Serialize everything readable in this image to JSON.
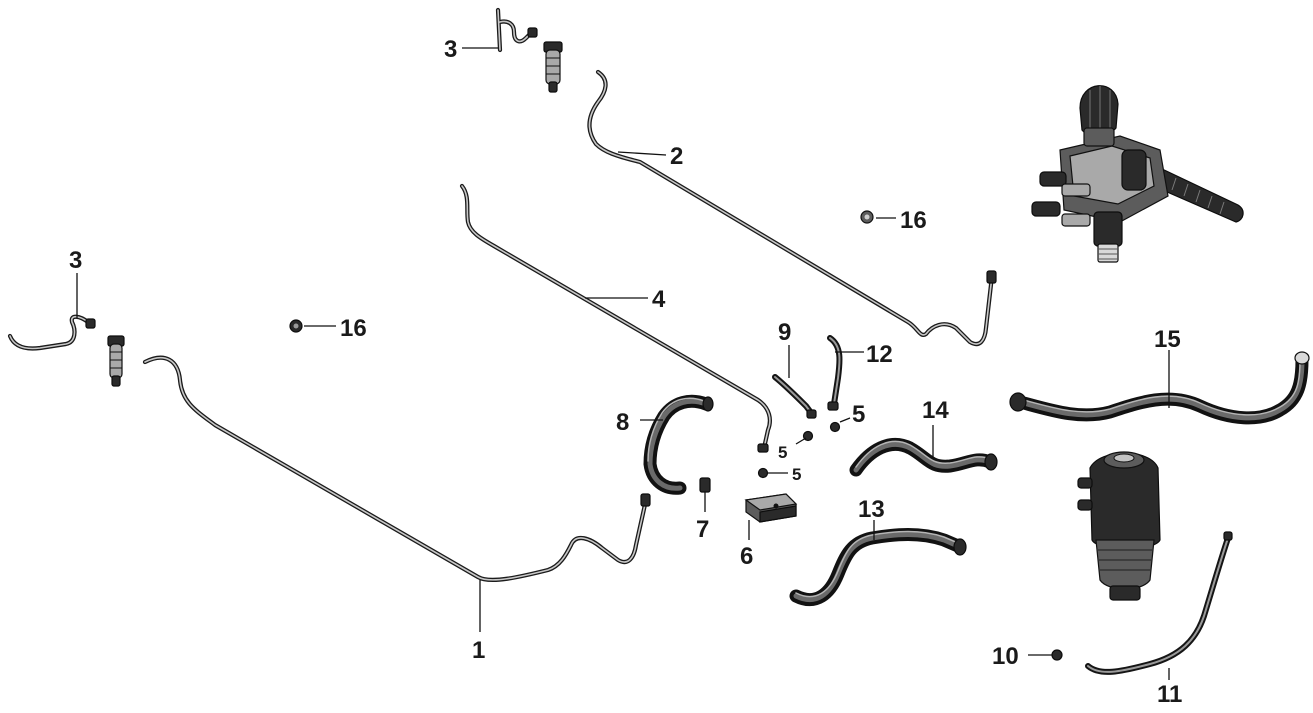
{
  "callouts": {
    "c1": "1",
    "c2": "2",
    "c3a": "3",
    "c3b": "3",
    "c4": "4",
    "c5a": "5",
    "c5b": "5",
    "c5c": "5",
    "c6": "6",
    "c7": "7",
    "c8": "8",
    "c9": "9",
    "c10": "10",
    "c11": "11",
    "c12": "12",
    "c13": "13",
    "c14": "14",
    "c15": "15",
    "c16a": "16",
    "c16b": "16"
  }
}
